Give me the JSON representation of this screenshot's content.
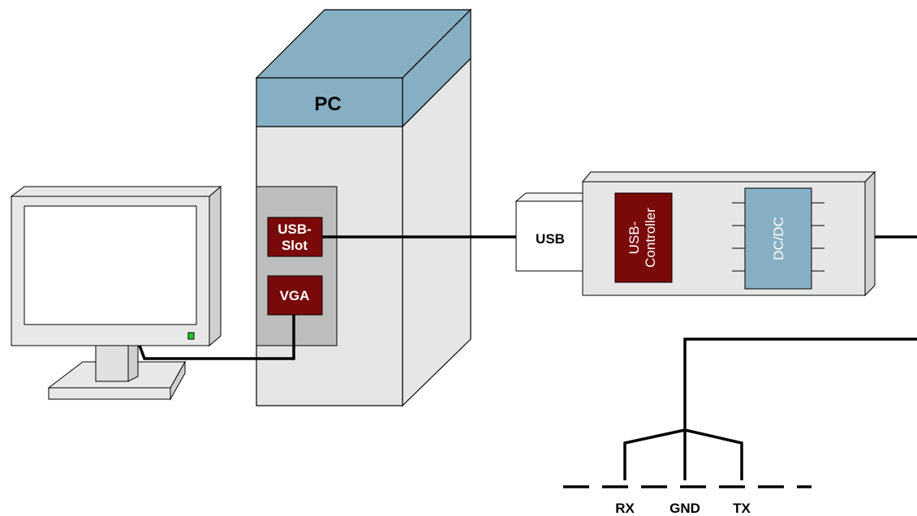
{
  "pc": {
    "label": "PC",
    "usb_slot_line1": "USB-",
    "usb_slot_line2": "Slot",
    "vga_label": "VGA"
  },
  "adapter": {
    "usb_plug_label": "USB",
    "controller_line1": "USB-",
    "controller_line2": "Controller",
    "dcdc_label": "DC/DC"
  },
  "bus": {
    "rx_label": "RX",
    "gnd_label": "GND",
    "tx_label": "TX"
  },
  "colors": {
    "pc_top": "#86afc3",
    "case_body": "#e6e6e6",
    "port_panel": "#bdbdbd",
    "port_red": "#7a0a0a",
    "dcdc_blue": "#86afc3",
    "monitor_led": "#22cc22",
    "stroke": "#000000"
  }
}
